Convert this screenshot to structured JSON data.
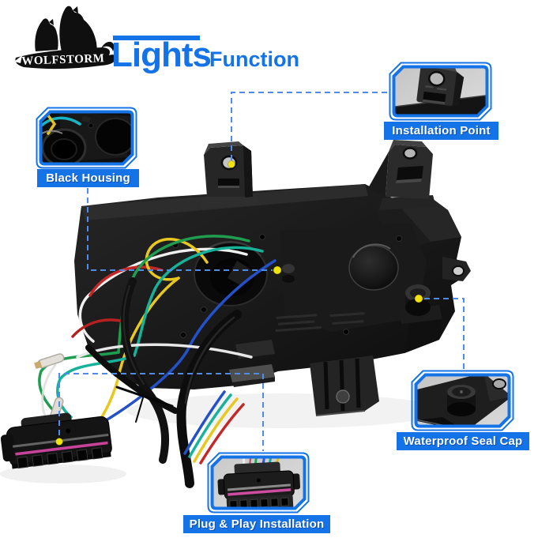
{
  "brand": {
    "name": "WOLFSTORM"
  },
  "header": {
    "title": "Lights",
    "subtitle": "Function"
  },
  "callouts": {
    "installation_point": {
      "label": "Installation Point"
    },
    "black_housing": {
      "label": "Black Housing"
    },
    "waterproof_seal_cap": {
      "label": "Waterproof Seal Cap"
    },
    "plug_play": {
      "label": "Plug & Play Installation"
    }
  },
  "colors": {
    "accent": "#1573E8",
    "dash": "#4A8DF2",
    "marker": "#F2E30A",
    "label_text": "#FFFFFF"
  }
}
